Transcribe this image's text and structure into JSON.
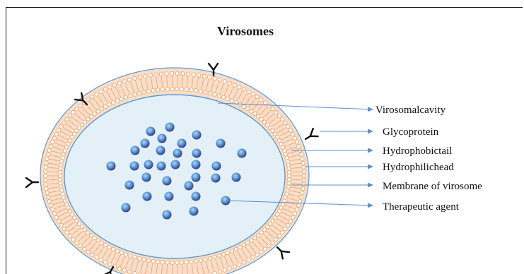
{
  "title": "Virosomes",
  "labels": {
    "cavity": "Virosomalcavity",
    "glycoprotein": "Glycoprotein",
    "tail": "Hydrophobictail",
    "head": "Hydrophilichead",
    "membrane": "Membrane of virosome",
    "agent": "Therapeutic agent"
  },
  "colors": {
    "cavity_fill": "#e3f0f7",
    "membrane_fill": "#f9ddc8",
    "head_stroke": "#e8a874",
    "outline": "#5b9bd5",
    "arrow": "#5b8fd0",
    "particle_dark": "#2a3a8a",
    "particle_light": "#9fd0ee"
  }
}
